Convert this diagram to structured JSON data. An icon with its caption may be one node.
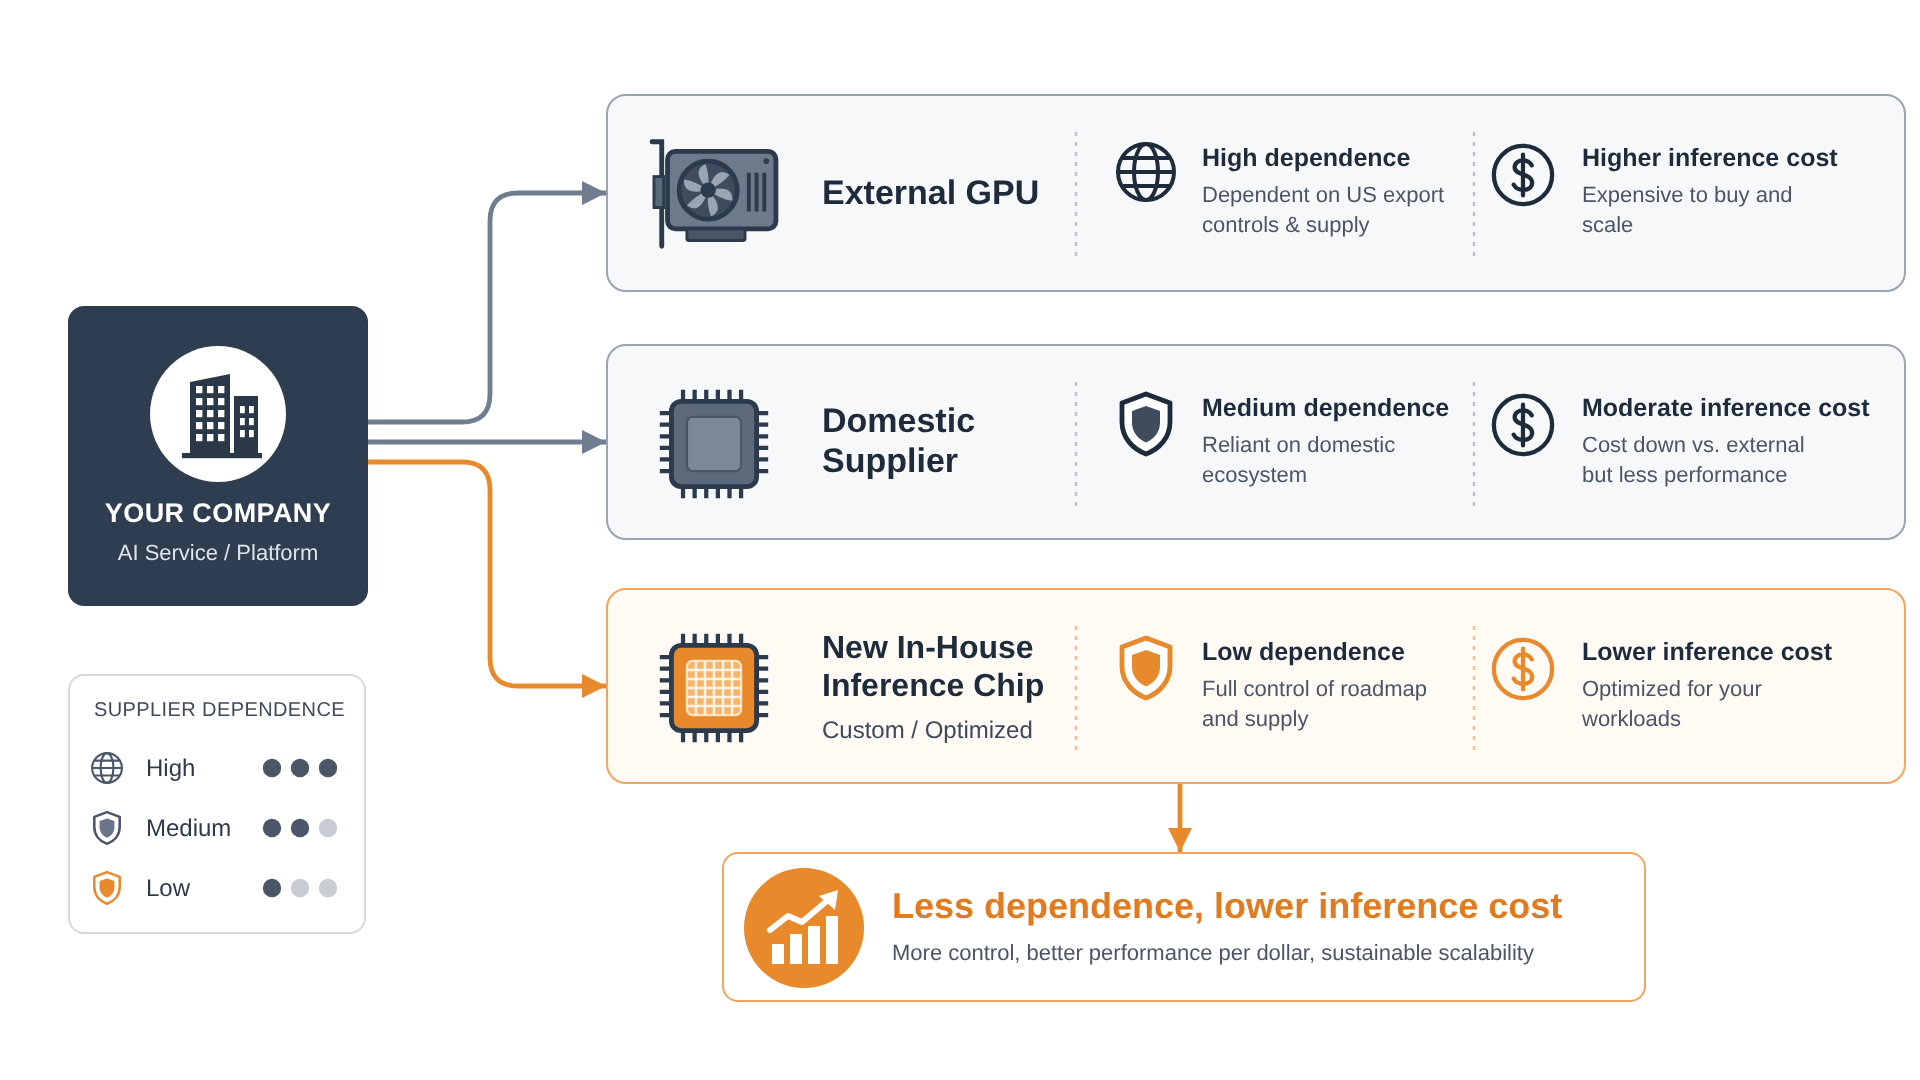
{
  "diagram": {
    "nodes": [
      {
        "text": [
          "YOUR COMPANY",
          "AI Service / Platform"
        ]
      },
      {
        "text": [
          "External GPU",
          "High dependence",
          "Dependent on US export controls & supply",
          "Higher inference cost",
          "Expensive to buy and scale"
        ]
      },
      {
        "text": [
          "Domestic Supplier",
          "Medium dependence",
          "Reliant on domestic ecosystem",
          "Moderate inference cost",
          "Cost down vs. external but less performance"
        ]
      },
      {
        "text": [
          "New In-House Inference Chip",
          "Custom / Optimized",
          "Low dependence",
          "Full control of roadmap and supply",
          "Lower inference cost",
          "Optimized for your workloads"
        ]
      },
      {
        "text": [
          "Less dependence, lower inference cost",
          "More control, better performance per dollar, sustainable scalability"
        ]
      }
    ],
    "edges": [
      {
        "from": 0,
        "to": 1,
        "arrow": "to"
      },
      {
        "from": 0,
        "to": 2,
        "arrow": "to"
      },
      {
        "from": 0,
        "to": 3,
        "arrow": "to",
        "color": "#e8892b"
      },
      {
        "from": 3,
        "to": 4,
        "arrow": "to",
        "color": "#e8892b"
      }
    ],
    "labels": [
      "SUPPLIER DEPENDENCE"
    ],
    "legend": [
      {
        "text": "High"
      },
      {
        "text": "Medium"
      },
      {
        "text": "Low"
      }
    ]
  }
}
